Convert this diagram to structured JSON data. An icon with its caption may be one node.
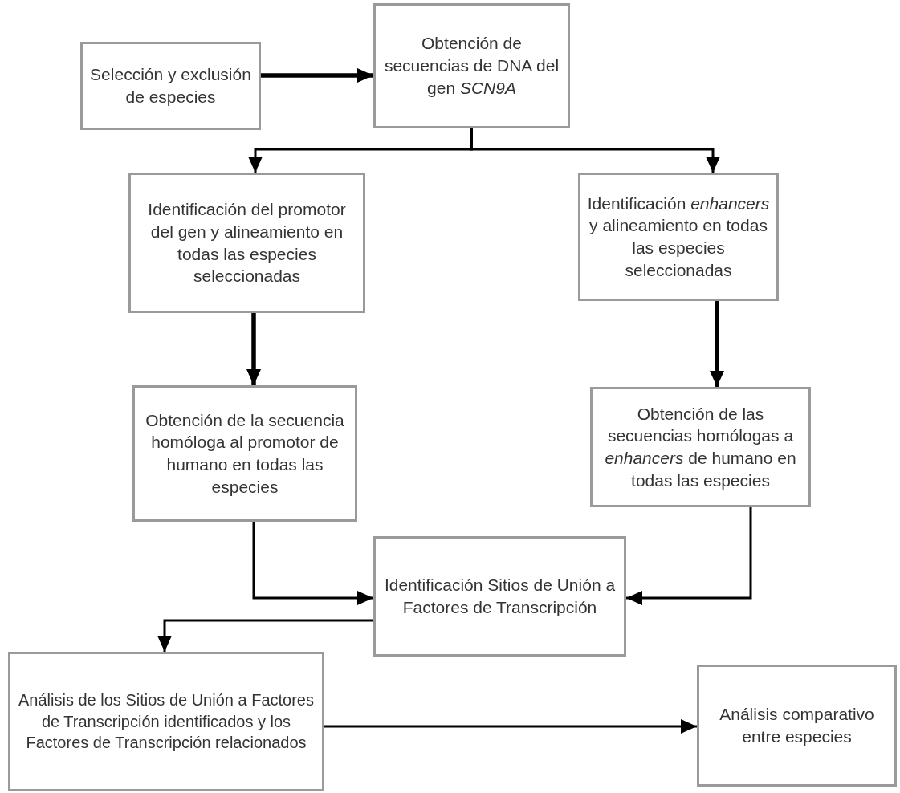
{
  "diagram": {
    "nodes": [
      {
        "text": [
          "Selección y exclusión de especies"
        ]
      },
      {
        "text": [
          "Obtención de secuencias de DNA del gen *SCN9A*"
        ]
      },
      {
        "text": [
          "Identificación del promotor del gen y alineamiento en todas las especies seleccionadas"
        ]
      },
      {
        "text": [
          "Identificación *enhancers* y alineamiento en todas las especies seleccionadas"
        ]
      },
      {
        "text": [
          "Obtención de la secuencia homóloga al promotor de humano en todas las especies"
        ]
      },
      {
        "text": [
          "Obtención de las secuencias homólogas a *enhancers* de humano en todas las especies"
        ]
      },
      {
        "text": [
          "Identificación Sitios de Unión a Factores de Transcripción"
        ]
      },
      {
        "text": [
          "Análisis de los Sitios de Unión a Factores de Transcripción identificados y los Factores de Transcripción relacionados"
        ]
      },
      {
        "text": [
          "Análisis comparativo entre especies"
        ]
      }
    ],
    "edges": [
      {
        "from": 0,
        "to": 1,
        "arrow": "to",
        "style": "thick"
      },
      {
        "from": 1,
        "to": 2,
        "arrow": "to"
      },
      {
        "from": 1,
        "to": 3,
        "arrow": "to"
      },
      {
        "from": 2,
        "to": 4,
        "arrow": "to",
        "style": "thick"
      },
      {
        "from": 3,
        "to": 5,
        "arrow": "to",
        "style": "thick"
      },
      {
        "from": 4,
        "to": 6,
        "arrow": "to"
      },
      {
        "from": 5,
        "to": 6,
        "arrow": "to"
      },
      {
        "from": 6,
        "to": 7,
        "arrow": "to"
      },
      {
        "from": 7,
        "to": 8,
        "arrow": "to"
      }
    ]
  }
}
